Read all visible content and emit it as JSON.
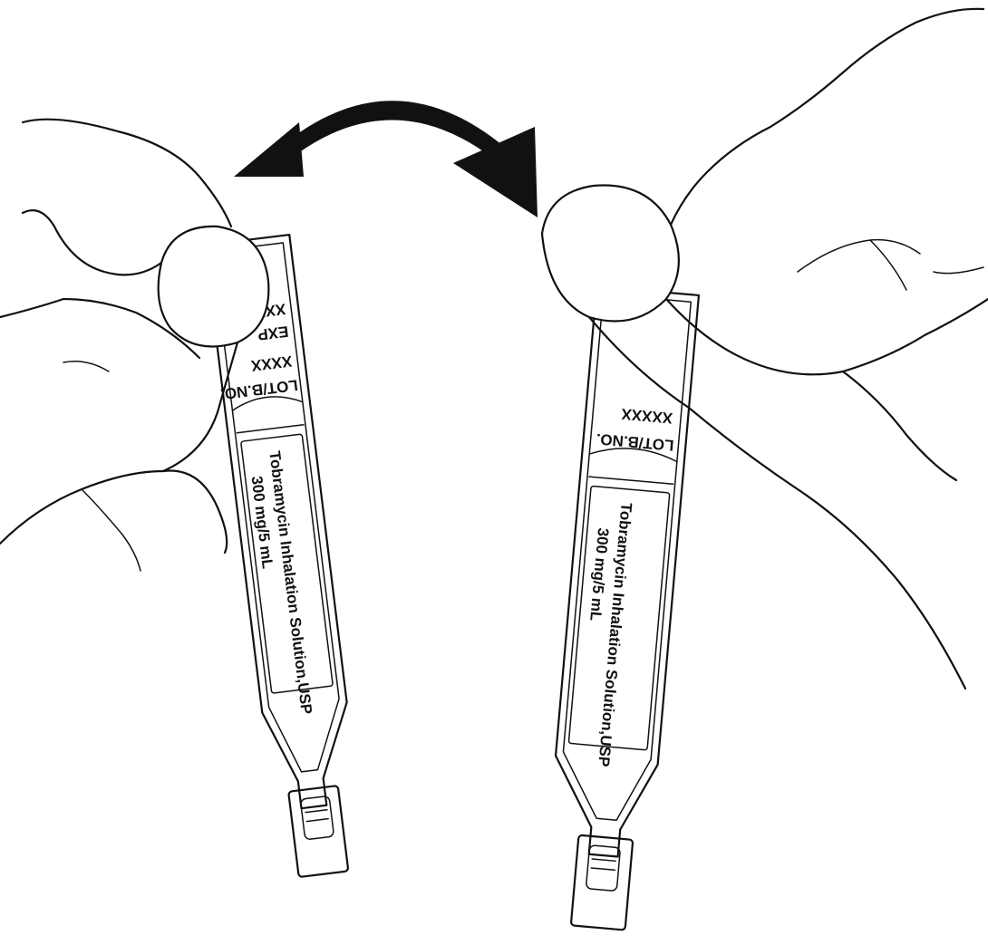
{
  "figure": {
    "colors": {
      "ink": "#111111",
      "background": "#ffffff"
    }
  },
  "left_vial": {
    "lot_label": "LOT/B.NO.",
    "exp_label": "EXP",
    "code_placeholder": "XXXX",
    "drug_name": "Tobramycin Inhalation Solution,USP",
    "strength": "300 mg/5 mL"
  },
  "right_vial": {
    "lot_label": "LOT/B.NO.",
    "code_placeholder": "XXXXX",
    "drug_name": "Tobramycin Inhalation Solution,USP",
    "strength": "300 mg/5 mL"
  },
  "arrow": {
    "icon": "double-curved-arrow-icon"
  }
}
